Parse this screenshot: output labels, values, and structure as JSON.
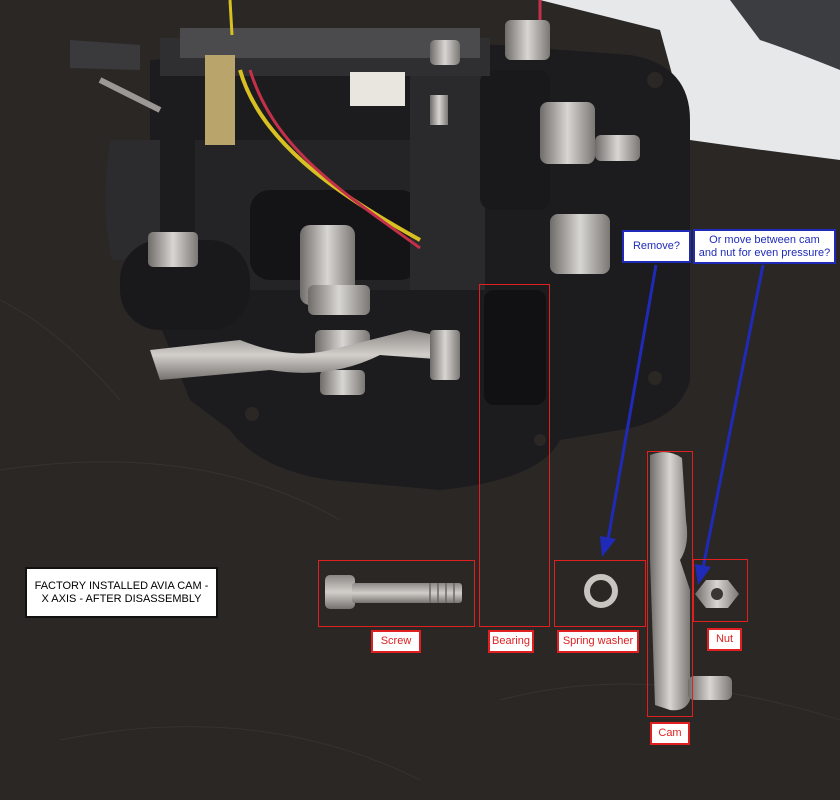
{
  "title": {
    "line1": "FACTORY INSTALLED AVIA CAM -",
    "line2": "X AXIS - AFTER DISASSEMBLY"
  },
  "parts": {
    "screw": "Screw",
    "bearing": "Bearing",
    "spring_washer": "Spring washer",
    "nut": "Nut",
    "cam": "Cam"
  },
  "callouts": {
    "remove": "Remove?",
    "move_line1": "Or move between cam",
    "move_line2": "and nut for even pressure?"
  },
  "colors": {
    "highlight": "#e02020",
    "callout": "#1f2bb8",
    "background": "#2a2624"
  }
}
